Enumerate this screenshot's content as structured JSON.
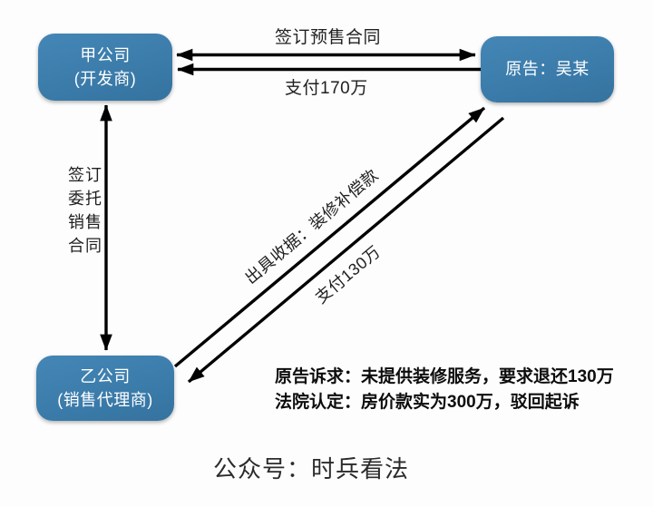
{
  "colors": {
    "node_fill": "#3B7CAB",
    "node_text": "#FFFFFF",
    "arrow": "#000000",
    "label_text": "#1F1F1F",
    "background": "#FDFDFD"
  },
  "nodes": {
    "company_a": {
      "line1": "甲公司",
      "line2": "(开发商)"
    },
    "plaintiff": {
      "label": "原告：吴某"
    },
    "company_b": {
      "line1": "乙公司",
      "line2": "(销售代理商)"
    }
  },
  "edges": {
    "presale_contract": {
      "label": "签订预售合同",
      "between": "甲公司-原告",
      "direction": "both"
    },
    "pay_170": {
      "label": "支付170万",
      "between": "原告-甲公司",
      "direction": "to-company-a"
    },
    "agency_contract": {
      "lines": [
        "签订",
        "委托",
        "销售",
        "合同"
      ],
      "between": "甲公司-乙公司",
      "direction": "both"
    },
    "receipt": {
      "label": "出具收据：装修补偿款",
      "between": "乙公司-原告",
      "direction": "to-plaintiff"
    },
    "pay_130": {
      "label": "支付130万",
      "between": "原告-乙公司",
      "direction": "to-company-b"
    }
  },
  "notes": {
    "claim": "原告诉求：未提供装修服务，要求退还130万",
    "ruling": "法院认定：房价款实为300万，驳回起诉"
  },
  "footer": {
    "label": "公众号：时兵看法"
  }
}
